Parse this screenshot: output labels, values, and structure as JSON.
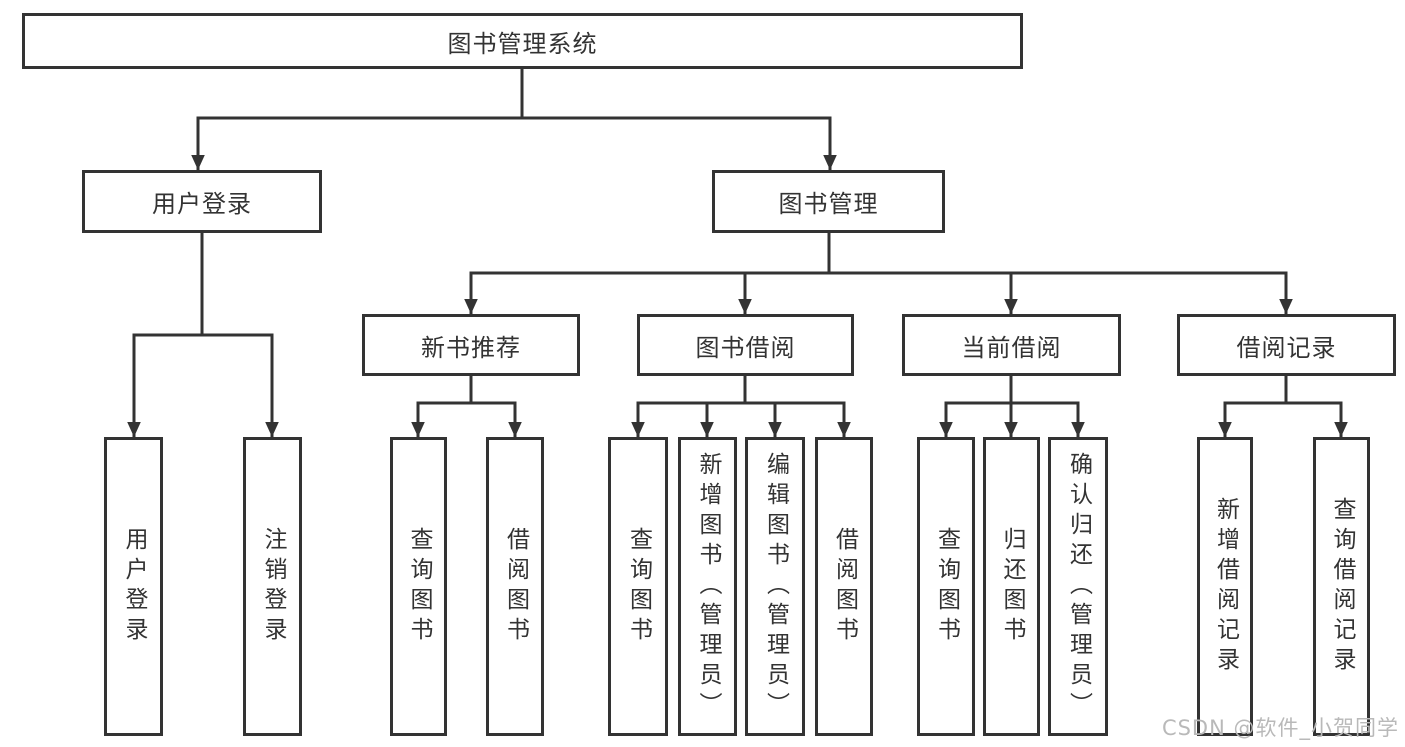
{
  "style": {
    "line_color": "#333333",
    "box_border_color": "#333333",
    "box_fill": "#ffffff",
    "text_color": "#333333",
    "watermark_color": "#b9b9b9"
  },
  "watermark": {
    "text": "CSDN @软件_小贺同学"
  },
  "tree": {
    "root": {
      "label": "图书管理系统",
      "children": [
        {
          "label": "用户登录",
          "children": [
            {
              "label": "用户登录"
            },
            {
              "label": "注销登录"
            }
          ]
        },
        {
          "label": "图书管理",
          "children": [
            {
              "label": "新书推荐",
              "children": [
                {
                  "label": "查询图书"
                },
                {
                  "label": "借阅图书"
                }
              ]
            },
            {
              "label": "图书借阅",
              "children": [
                {
                  "label": "查询图书"
                },
                {
                  "label": "新增图书（管理员）"
                },
                {
                  "label": "编辑图书（管理员）"
                },
                {
                  "label": "借阅图书"
                }
              ]
            },
            {
              "label": "当前借阅",
              "children": [
                {
                  "label": "查询图书"
                },
                {
                  "label": "归还图书"
                },
                {
                  "label": "确认归还（管理员）"
                }
              ]
            },
            {
              "label": "借阅记录",
              "children": [
                {
                  "label": "新增借阅记录"
                },
                {
                  "label": "查询借阅记录"
                }
              ]
            }
          ]
        }
      ]
    }
  }
}
